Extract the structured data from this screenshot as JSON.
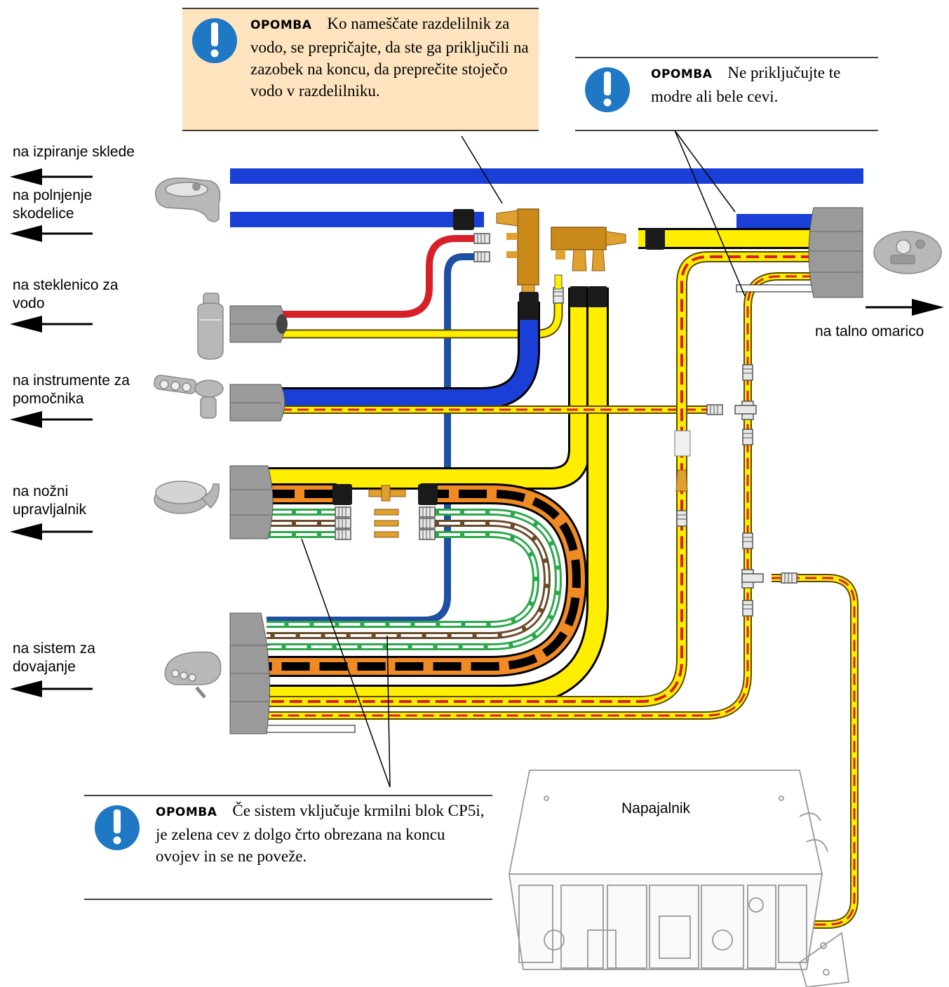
{
  "colors": {
    "blue_hose": "#1a3fd6",
    "blue_dark_hose": "#1e4fa0",
    "red_hose": "#d9202a",
    "yellow_hose": "#ffee00",
    "orange_hose": "#f08a24",
    "green_hose": "#2aa84a",
    "brown_hose": "#6b4a2a",
    "note_fill": "#fde4bf",
    "info_icon": "#1f78c4",
    "casing_gray": "#9a9a9a"
  },
  "labels": {
    "bowl_rinse": "na izpiranje sklede",
    "cup_fill": "na polnjenje skodelice",
    "water_bottle": "na steklenico za vodo",
    "assistant": "na instrumente za pomočnika",
    "foot_control": "na nožni upravljalnik",
    "suction": "na sistem za dovajanje",
    "floor_box": "na talno omarico",
    "power_supply": "Napajalnik"
  },
  "notes": {
    "manifold": {
      "keyword": "OPOMBA",
      "text": "Ko nameščate razdelilnik za vodo, se prepričajte, da ste ga priključili na zazobek na koncu, da preprečite stoječo vodo v razdelilniku."
    },
    "hoses": {
      "keyword": "OPOMBA",
      "text": "Ne priključujte te modre ali bele cevi."
    },
    "cp5i": {
      "keyword": "OPOMBA",
      "text": "Če sistem vključuje krmilni blok CP5i, je zelena cev z dolgo črto obrezana na koncu ovojev in se ne poveže."
    }
  },
  "icons": {
    "note_icon": "exclamation-info-icon",
    "arrow_left": "arrow-left-icon",
    "arrow_right": "arrow-right-icon"
  }
}
